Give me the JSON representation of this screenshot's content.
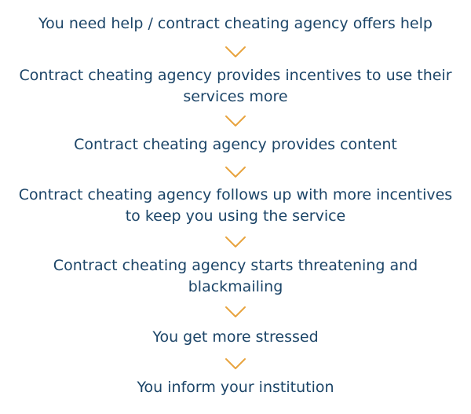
{
  "flow": {
    "steps": [
      "You need help / contract cheating agency offers help",
      "Contract cheating agency provides incentives to use their services more",
      "Contract cheating agency provides content",
      "Contract cheating agency follows up with more incentives to keep you using the service",
      "Contract cheating agency starts threatening and blackmailing",
      "You get more stressed",
      "You inform your institution"
    ]
  },
  "colors": {
    "text": "#1b4467",
    "arrow": "#e8a33d",
    "background": "#ffffff"
  },
  "icons": {
    "arrow": "chevron-down-icon"
  }
}
